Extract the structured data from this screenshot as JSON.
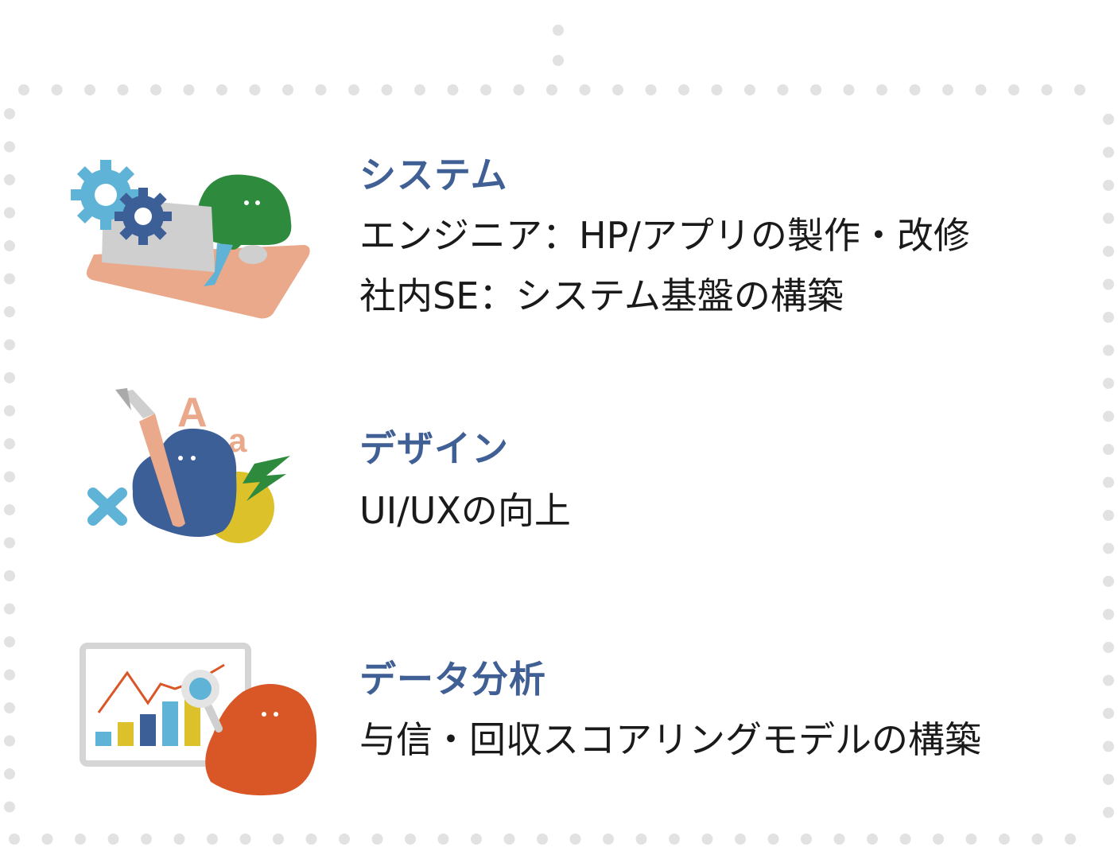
{
  "sections": [
    {
      "title": "システム",
      "lines": [
        "エンジニア：HP/アプリの製作・改修",
        "社内SE：システム基盤の構築"
      ],
      "icon": "developer-at-laptop-with-gears"
    },
    {
      "title": "デザイン",
      "lines": [
        "UI/UXの向上"
      ],
      "icon": "designer-with-pen-and-letters"
    },
    {
      "title": "データ分析",
      "lines": [
        "与信・回収スコアリングモデルの構築"
      ],
      "icon": "analyst-with-chart-and-magnifier"
    }
  ],
  "colors": {
    "title": "#3f5f95",
    "text": "#1a1a1a",
    "border_dots": "#e2e2e2",
    "green": "#2e8b3e",
    "blue": "#3d5f98",
    "orange_red": "#d95627",
    "salmon": "#eaa98a",
    "yellow": "#dcc12b",
    "light_blue": "#5fb3d7"
  }
}
